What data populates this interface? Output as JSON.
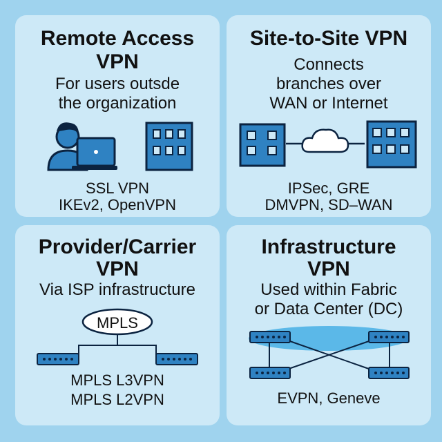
{
  "cards": [
    {
      "title_line1": "Remote Access",
      "title_line2": "VPN",
      "desc_line1": "For users outsde",
      "desc_line2": "the organization",
      "foot_line1": "SSL VPN",
      "foot_line2": "IKEv2, OpenVPN"
    },
    {
      "title_line1": "Site-to-Site VPN",
      "desc_line1": "Connects",
      "desc_line2": "branches over",
      "desc_line3": "WAN or Internet",
      "foot_line1": "IPSec, GRE",
      "foot_line2": "DMVPN, SD–WAN"
    },
    {
      "title_line1": "Provider/Carrier",
      "title_line2": "VPN",
      "desc_line1": "Via ISP infrastructure",
      "cloud_label": "MPLS",
      "foot_line1": "MPLS L3VPN",
      "foot_line2": "MPLS L2VPN"
    },
    {
      "title_line1": "Infrastructure",
      "title_line2": "VPN",
      "desc_line1": "Used within Fabric",
      "desc_line2": "or Data Center (DC)",
      "foot_line1": "EVPN, Geneve"
    }
  ],
  "colors": {
    "background": "#9fd3ee",
    "card": "#cde9f7",
    "icon_fill": "#2f82c2",
    "icon_stroke": "#0b2340",
    "cloud_fill": "#ffffff",
    "ellipse_fill": "#5bb8e8"
  },
  "icons": [
    "person-laptop-icon",
    "building-icon",
    "cloud-icon",
    "switch-icon"
  ]
}
